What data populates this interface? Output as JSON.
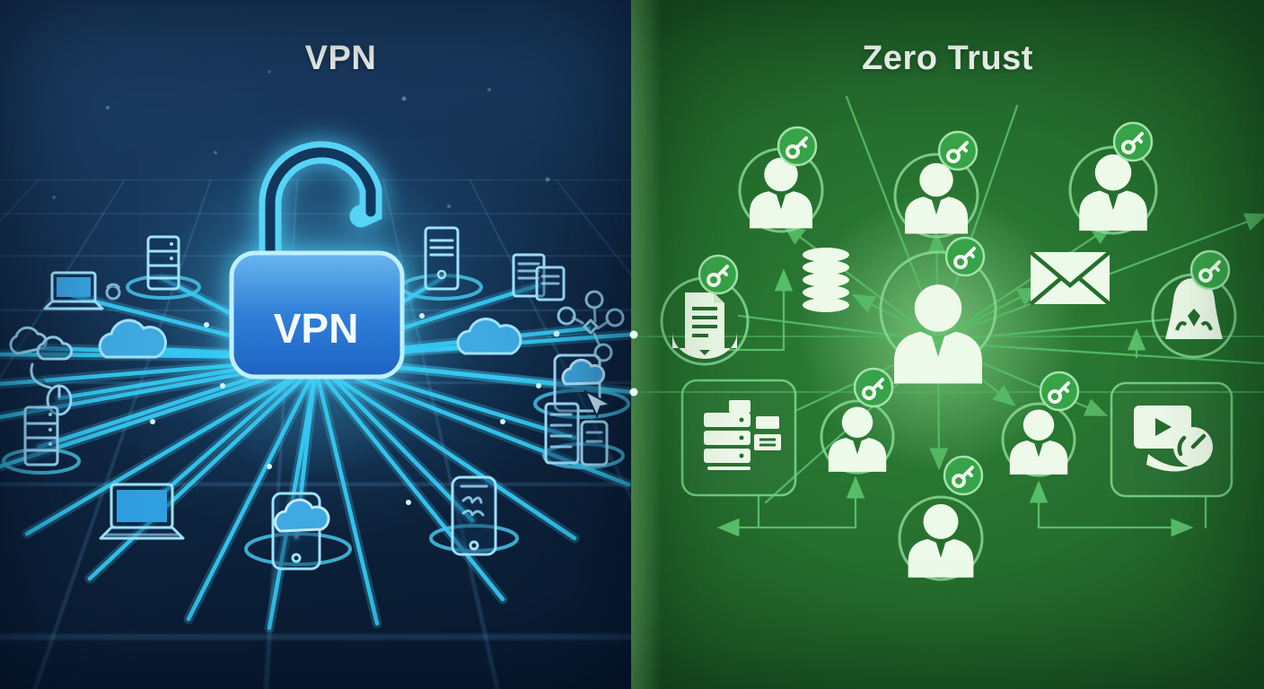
{
  "illustration": {
    "vpn_panel": {
      "title": "VPN",
      "lock_label": "VPN",
      "colors": {
        "background_top": "#1d3f66",
        "background_bottom": "#0a1c33",
        "beam": "#35c8f2",
        "icon_outline": "#9fe2ff",
        "lock_body_top": "#63b0ee",
        "lock_body_bottom": "#1f67c6",
        "lock_glow": "#4fd9ff"
      },
      "icons": [
        "laptop-icon",
        "bug-icon",
        "server-rack-icon",
        "cloud-icon",
        "cloud-blob-icon",
        "mouse-icon",
        "server-rack-2-icon",
        "laptop-2-icon",
        "phone-cloud-icon",
        "phone-icon",
        "server-tower-icon",
        "monitors-icon",
        "cloud-2-icon",
        "people-cluster-icon",
        "tablet-cloud-icon",
        "phone-list-icon",
        "open-padlock-icon"
      ]
    },
    "zero_trust_panel": {
      "title": "Zero Trust",
      "colors": {
        "background_top": "#2e8037",
        "background_bottom": "#1a4f22",
        "line": "#58bd68",
        "entity_fill": "#edfae9",
        "key_badge_fill": "#37a348",
        "key_badge_ring": "#a4e2ab"
      },
      "icons": [
        "central-user-icon",
        "user-icon",
        "user-icon",
        "user-icon",
        "woman-user-icon",
        "user-icon",
        "user-icon",
        "user-icon",
        "key-badge-icon",
        "key-badge-icon",
        "key-badge-icon",
        "key-badge-icon",
        "key-badge-icon",
        "key-badge-icon",
        "key-badge-icon",
        "key-badge-icon",
        "key-badge-icon",
        "document-icon",
        "database-icon",
        "mail-envelope-icon",
        "server-stack-icon",
        "media-monitor-icon"
      ]
    }
  }
}
